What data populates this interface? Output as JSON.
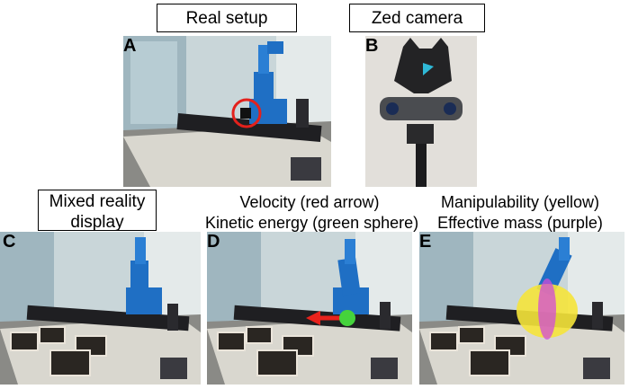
{
  "headings": {
    "real_setup": "Real setup",
    "zed_camera": "Zed camera",
    "mixed_reality_line1": "Mixed reality",
    "mixed_reality_line2": "display",
    "velocity_line": "Velocity (red arrow)",
    "kinetic_line": "Kinetic energy (green sphere)",
    "manip_line": "Manipulability (yellow)",
    "mass_line": "Effective mass (purple)"
  },
  "panel_labels": [
    "A",
    "B",
    "C",
    "D",
    "E"
  ],
  "colors": {
    "robot_blue": "#1f6fc4",
    "wall": "#c9d6d9",
    "floor": "#8a8a86",
    "table": "#d9d7cf",
    "velocity_arrow": "#e8221c",
    "kinetic_sphere": "#45d33c",
    "manipulability": "#f5e43a",
    "effective_mass": "#d14bd8",
    "highlight_circle": "#e3211c"
  }
}
